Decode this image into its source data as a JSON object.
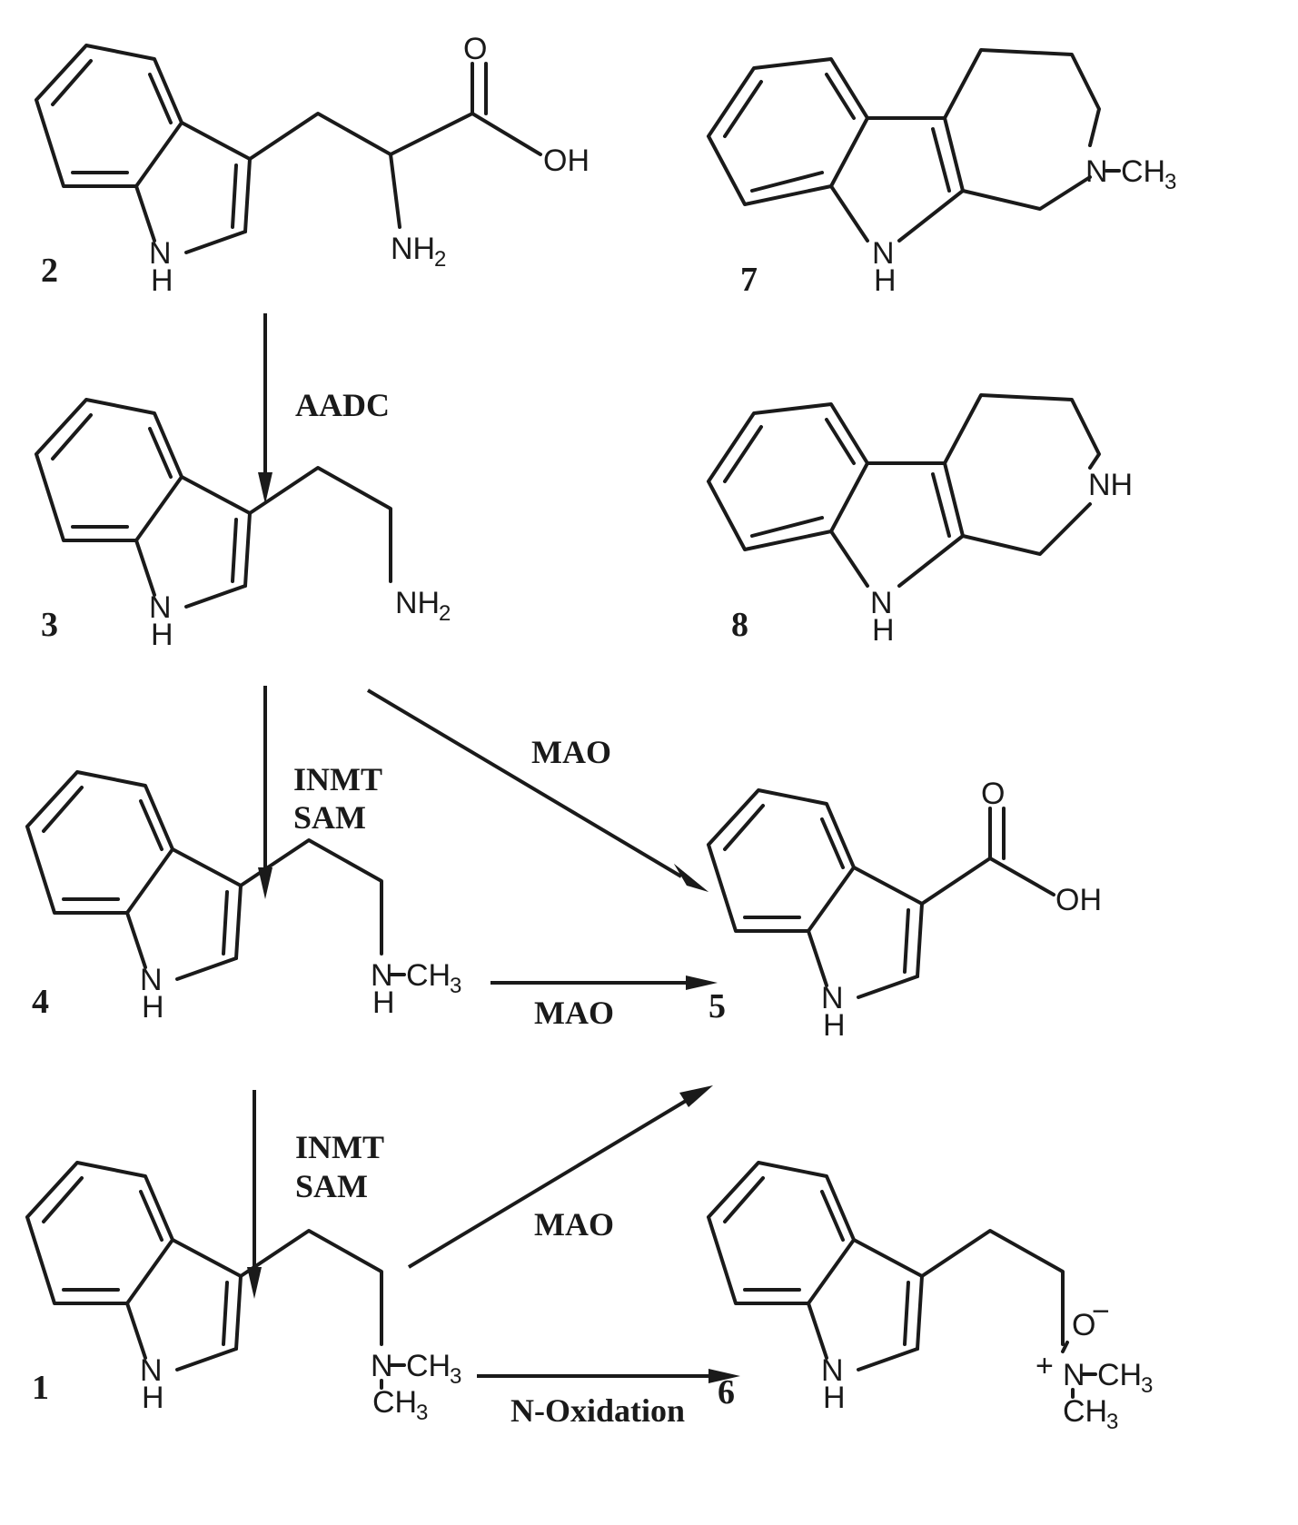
{
  "compounds": {
    "c2": {
      "number": "2",
      "labels": {
        "nh": "N",
        "h": "H",
        "o": "O",
        "oh": "OH",
        "nh2": "NH",
        "sub2": "2"
      }
    },
    "c3": {
      "number": "3",
      "labels": {
        "nh": "N",
        "h": "H",
        "nh2": "NH",
        "sub2": "2"
      }
    },
    "c4": {
      "number": "4",
      "labels": {
        "nh": "N",
        "h": "H",
        "n": "N",
        "ch3": "CH",
        "sub3": "3",
        "nh_h": "H"
      }
    },
    "c1": {
      "number": "1",
      "labels": {
        "nh": "N",
        "h": "H",
        "n": "N",
        "ch3a": "CH",
        "ch3b": "CH",
        "sub3": "3"
      }
    },
    "c7": {
      "number": "7",
      "labels": {
        "nh": "N",
        "h": "H",
        "n": "N",
        "ch3": "CH",
        "sub3": "3"
      }
    },
    "c8": {
      "number": "8",
      "labels": {
        "nh": "N",
        "h": "H",
        "nh2": "NH"
      }
    },
    "c5": {
      "number": "5",
      "labels": {
        "nh": "N",
        "h": "H",
        "o": "O",
        "oh": "OH"
      }
    },
    "c6": {
      "number": "6",
      "labels": {
        "nh": "N",
        "h": "H",
        "o": "O",
        "minus": "−",
        "plus": "+",
        "n": "N",
        "ch3a": "CH",
        "ch3b": "CH",
        "sub3": "3"
      }
    }
  },
  "enzymes": {
    "aadc": "AADC",
    "inmt1": "INMT",
    "sam1": "SAM",
    "inmt2": "INMT",
    "sam2": "SAM",
    "mao1": "MAO",
    "mao2": "MAO",
    "mao3": "MAO",
    "noxidation": "N-Oxidation"
  }
}
